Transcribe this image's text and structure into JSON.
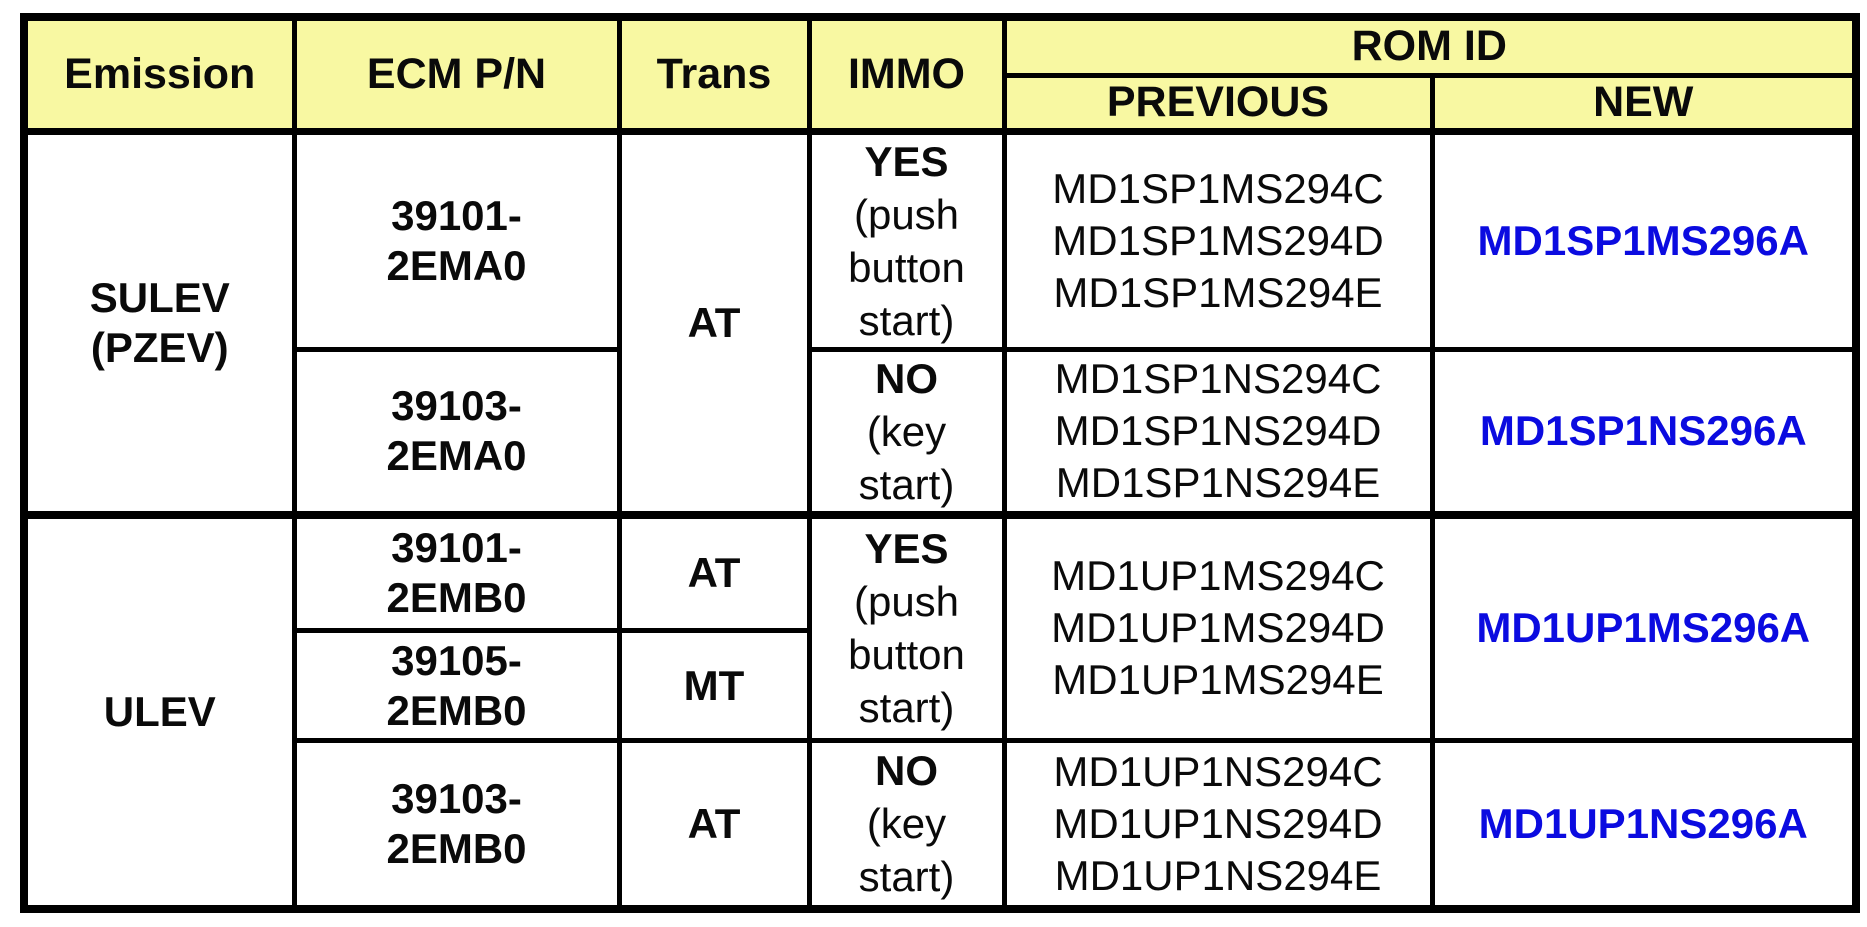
{
  "colors": {
    "header_bg": "#F8F8A2",
    "new_rom": "#0B0BE0",
    "border": "#000000"
  },
  "header": {
    "emission": "Emission",
    "ecm_pn": "ECM P/N",
    "trans": "Trans",
    "immo": "IMMO",
    "rom_id": "ROM ID",
    "previous": "PREVIOUS",
    "new": "NEW"
  },
  "groups": {
    "sulev": {
      "label_lines": [
        "SULEV",
        "(PZEV)"
      ]
    },
    "ulev": {
      "label": "ULEV"
    }
  },
  "rows": [
    {
      "ecm_lines": [
        "39101-",
        "2EMA0"
      ],
      "trans": "AT",
      "immo_lines": [
        "YES",
        "(push",
        "button",
        "start)"
      ],
      "prev_rom_ids": [
        "MD1SP1MS294C",
        "MD1SP1MS294D",
        "MD1SP1MS294E"
      ],
      "new_rom_id": "MD1SP1MS296A"
    },
    {
      "ecm_lines": [
        "39103-",
        "2EMA0"
      ],
      "immo_lines": [
        "NO",
        "(key",
        "start)"
      ],
      "prev_rom_ids": [
        "MD1SP1NS294C",
        "MD1SP1NS294D",
        "MD1SP1NS294E"
      ],
      "new_rom_id": "MD1SP1NS296A"
    },
    {
      "ecm_lines": [
        "39101-",
        "2EMB0"
      ],
      "trans": "AT",
      "immo_lines": [
        "YES",
        "(push",
        "button",
        "start)"
      ],
      "prev_rom_ids": [
        "MD1UP1MS294C",
        "MD1UP1MS294D",
        "MD1UP1MS294E"
      ],
      "new_rom_id": "MD1UP1MS296A"
    },
    {
      "ecm_lines": [
        "39105-",
        "2EMB0"
      ],
      "trans": "MT"
    },
    {
      "ecm_lines": [
        "39103-",
        "2EMB0"
      ],
      "trans": "AT",
      "immo_lines": [
        "NO",
        "(key",
        "start)"
      ],
      "prev_rom_ids": [
        "MD1UP1NS294C",
        "MD1UP1NS294D",
        "MD1UP1NS294E"
      ],
      "new_rom_id": "MD1UP1NS296A"
    }
  ]
}
